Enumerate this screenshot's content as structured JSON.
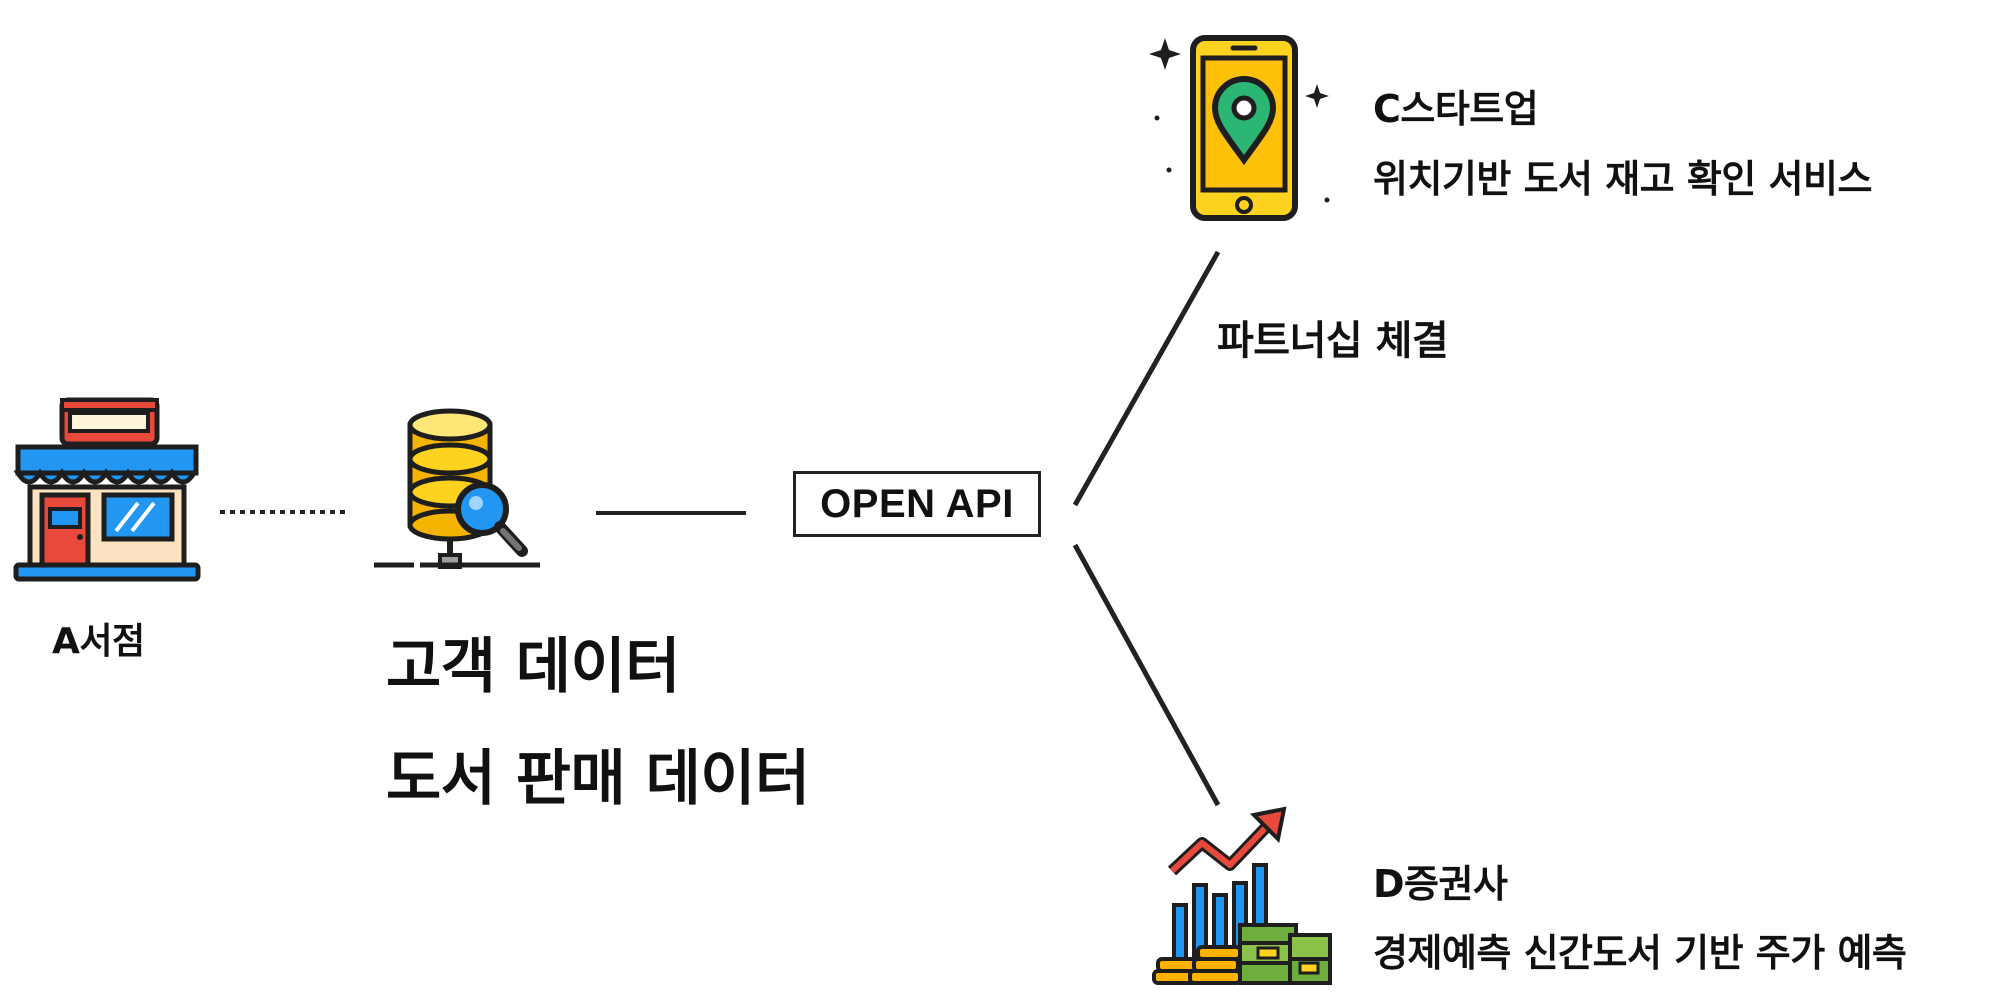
{
  "bookstore": {
    "label": "A서점",
    "icon": "bookstore-icon"
  },
  "database": {
    "icon": "database-search-icon",
    "line1": "고객 데이터",
    "line2": "도서 판매 데이터"
  },
  "api": {
    "label": "OPEN API"
  },
  "partnership": {
    "label": "파트너십 체결"
  },
  "startup": {
    "icon": "smartphone-location-icon",
    "name": "C스타트업",
    "service": "위치기반 도서 재고 확인 서비스"
  },
  "securities": {
    "icon": "stock-growth-money-icon",
    "name": "D증권사",
    "service": "경제예측 신간도서 기반 주가 예측"
  },
  "colors": {
    "accent_blue": "#2196F3",
    "accent_yellow": "#FFD21F",
    "accent_red": "#E8493A",
    "accent_green": "#6EAE3C",
    "outline": "#1E1E1E"
  }
}
